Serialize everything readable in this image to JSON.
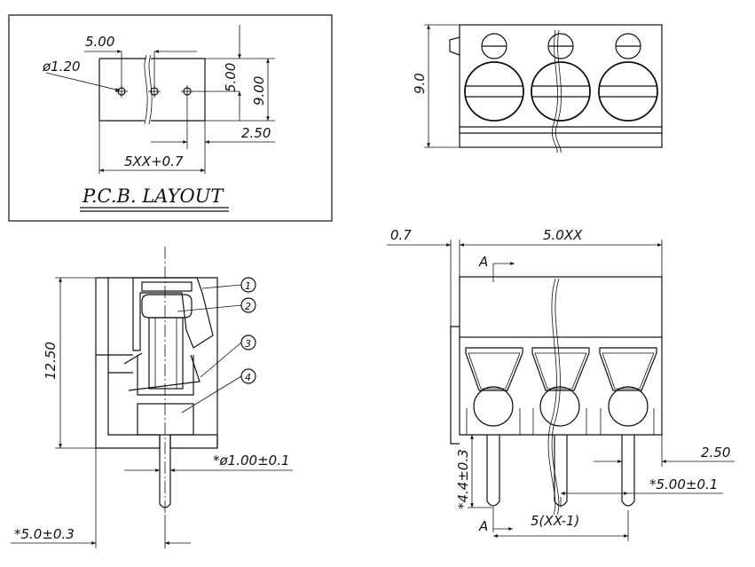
{
  "pcb_layout": {
    "title": "P.C.B. LAYOUT",
    "pitch_label": "5.00",
    "hole_label": "ø1.20",
    "row_pitch_label": "5.00",
    "height_label": "9.00",
    "offset_label": "2.50",
    "width_label": "5XX+0.7"
  },
  "top_view": {
    "height_label": "9.0"
  },
  "side_section": {
    "height_label": "12.50",
    "pin_dia_label": "*ø1.00±0.1",
    "pin_len_label": "*5.0±0.3",
    "callouts": [
      "1",
      "2",
      "3",
      "4"
    ]
  },
  "front_view": {
    "gap_label": "0.7",
    "width_label": "5.0XX",
    "section_label": "A",
    "pin_len_label": "*4.4±0.3",
    "offset_label": "2.50",
    "pitch_label": "*5.00±0.1",
    "span_label": "5(XX-1)"
  },
  "colors": {
    "line": "#111111",
    "background": "#ffffff"
  }
}
